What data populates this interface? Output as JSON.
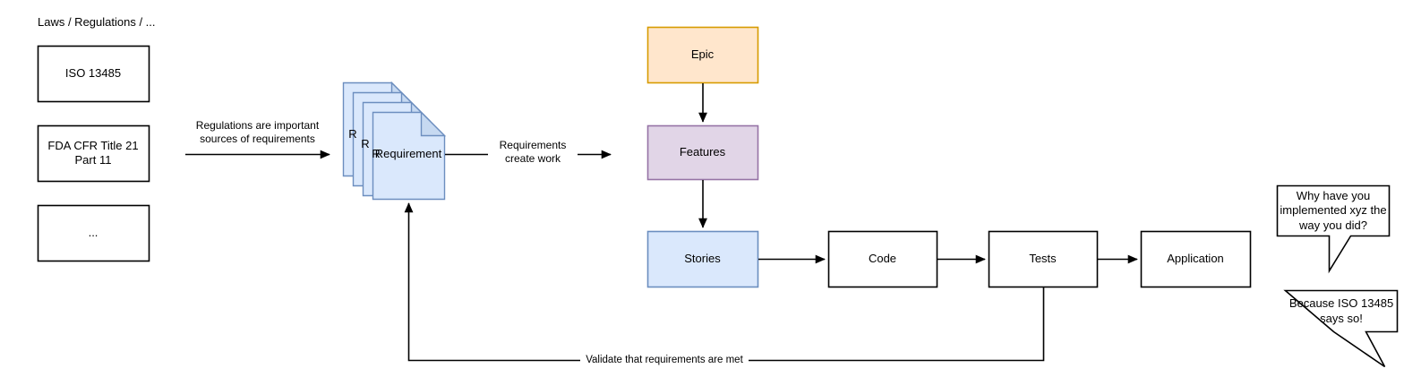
{
  "diagram": {
    "title_text": "Laws / Regulations / ...",
    "background": "#ffffff"
  },
  "colors": {
    "stroke_black": "#000000",
    "requirement_fill": "#dae8fc",
    "requirement_stroke": "#6c8ebf",
    "requirement_fold": "#c6d9f1",
    "epic_fill": "#ffe6cc",
    "epic_stroke": "#d79b00",
    "features_fill": "#e1d5e7",
    "features_stroke": "#9673a6",
    "stories_fill": "#dae8fc",
    "stories_stroke": "#6c8ebf",
    "plain_fill": "#ffffff",
    "plain_stroke": "#000000"
  },
  "regulations": {
    "group_label": "Laws / Regulations / ...",
    "items": [
      {
        "label": "ISO 13485"
      },
      {
        "label": "FDA CFR Title 21\nPart 11"
      },
      {
        "label": "..."
      }
    ]
  },
  "requirement_stack": {
    "label": "Requirement",
    "sheet_count": 4,
    "back_sheet_label": "R"
  },
  "work_items": [
    {
      "id": "epic",
      "label": "Epic"
    },
    {
      "id": "features",
      "label": "Features"
    },
    {
      "id": "stories",
      "label": "Stories"
    }
  ],
  "pipeline": [
    {
      "id": "code",
      "label": "Code"
    },
    {
      "id": "tests",
      "label": "Tests"
    },
    {
      "id": "application",
      "label": "Application"
    }
  ],
  "edges": {
    "regulations_to_requirement": "Regulations are important\nsources of requirements",
    "requirement_to_epic": "Requirements\ncreate work",
    "validate_feedback": "Validate that requirements are met"
  },
  "speech_bubbles": [
    {
      "id": "question",
      "text": "Why have you\nimplemented xyz the\nway you did?"
    },
    {
      "id": "answer",
      "text": "Because ISO 13485\nsays so!"
    }
  ]
}
